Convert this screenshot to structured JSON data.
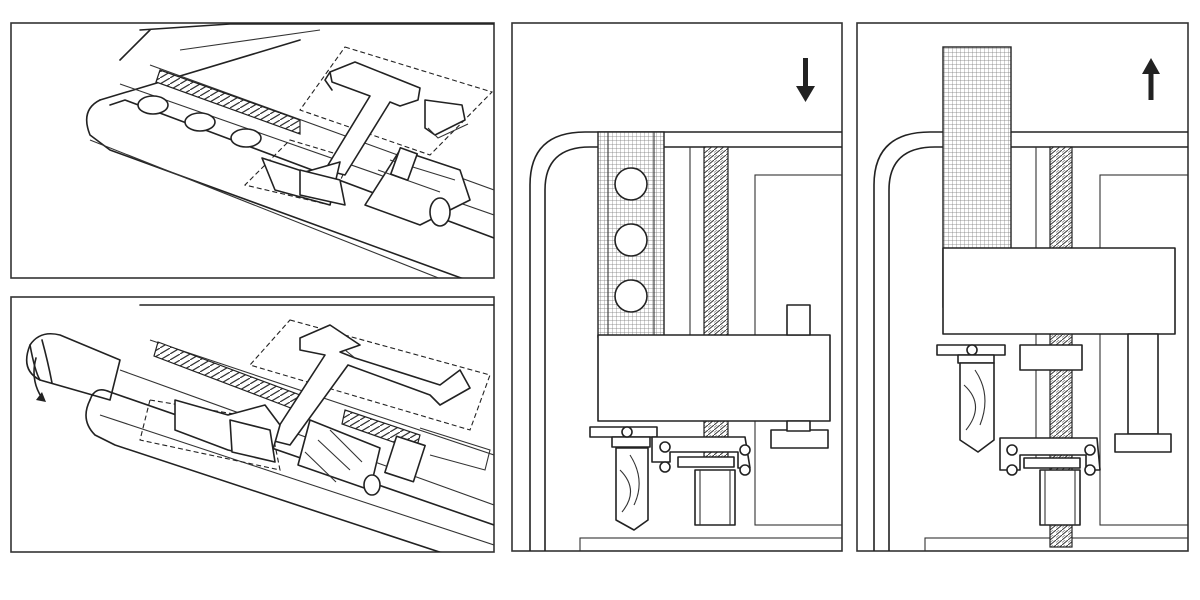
{
  "figure": {
    "panels": [
      {
        "id": "panel-1",
        "view": "isometric",
        "state": "clamp-open"
      },
      {
        "id": "panel-2",
        "view": "isometric",
        "state": "handle-rotated",
        "indicator_icon": "rotate-arrow-icon"
      },
      {
        "id": "panel-3",
        "view": "side",
        "state": "lowered",
        "indicator_icon": "arrow-down-icon"
      },
      {
        "id": "panel-4",
        "view": "side",
        "state": "raised",
        "indicator_icon": "arrow-up-icon"
      }
    ],
    "colors": {
      "line": "#222222",
      "frame": "#333333",
      "background": "#ffffff"
    }
  }
}
